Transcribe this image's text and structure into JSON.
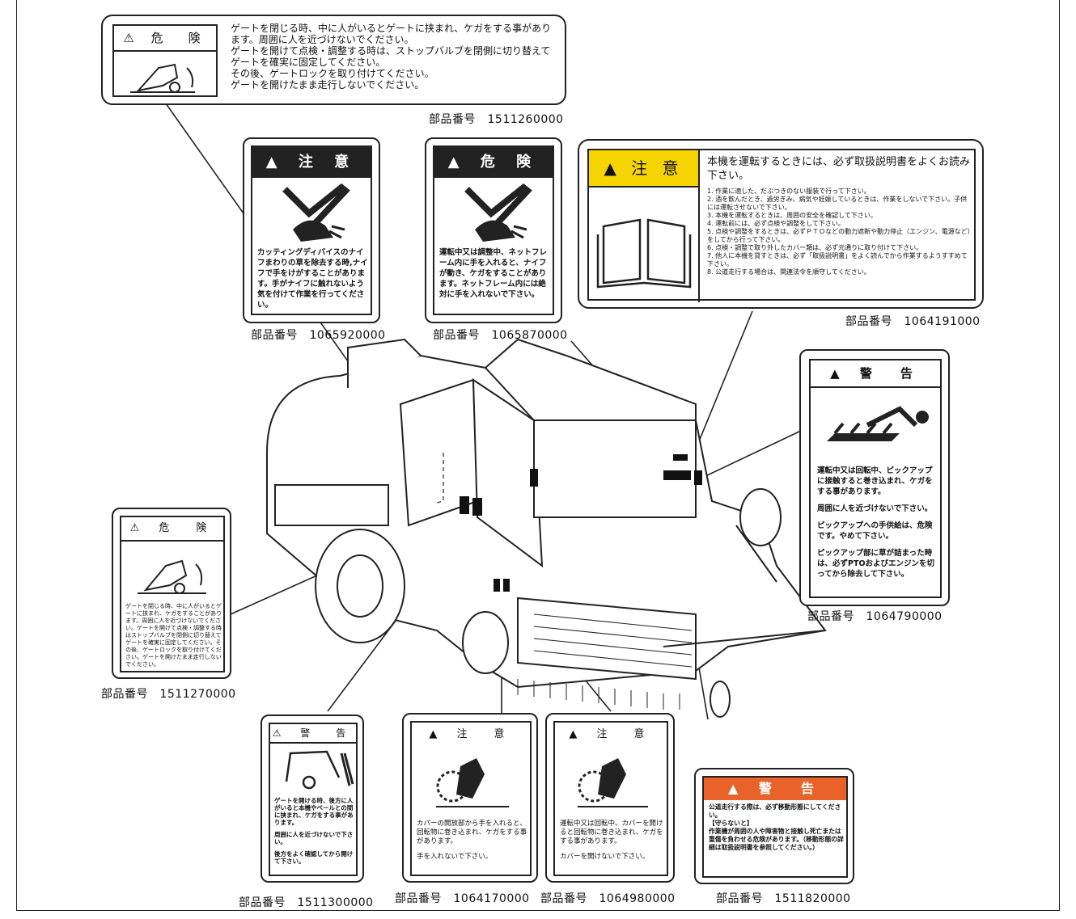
{
  "labels": {
    "gate_top": {
      "header": "⚠ 危　険",
      "text": "ゲートを閉じる時、中に人がいるとゲートに挟まれ、ケガをする事があります。周囲に人を近づけないでください。\nゲートを開けて点検・調整する時は、ストップバルブを閉側に切り替えてゲートを確実に固定してください。\nその後、ゲートロックを取り付けてください。\nゲートを開けたまま走行しないでください。",
      "part": "部品番号　1511260000"
    },
    "knife_caution": {
      "header": "▲ 注 意",
      "text": "カッティングディバイスのナイフまわりの草を除去する時,ナイフで手をけがすることがあります。手がナイフに触れないよう気を付けて作業を行ってください。",
      "part": "部品番号　1065920000"
    },
    "net_danger": {
      "header": "▲ 危 険",
      "text": "運転中又は調整中、ネットフレーム内に手を入れると、ナイフが動き、ケガをすることがあります。ネットフレーム内には絶対に手を入れないで下さい。",
      "part": "部品番号　1065870000"
    },
    "manual": {
      "header": "▲ 注 意",
      "lead": "本機を運転するときには、必ず取扱説明書をよくお読み下さい。",
      "items": [
        "1. 作業に適した、だぶつきのない服装で行って下さい。",
        "2. 酒を飲んだとき、過労ぎみ、病気や妊娠しているときは、作業をしないで下さい。子供には運転させないで下さい。",
        "3. 本機を運転するときは、周囲の安全を確認して下さい。",
        "4. 運転前には、必ず点検や調整をして下さい。",
        "5. 点検や調整をするときは、必ずＰＴＯなどの動力遮断や動力停止（エンジン、電源など）をしてから行って下さい。",
        "6. 点検・調整で取り外したカバー類は、必ず元通りに取り付けて下さい。",
        "7. 他人に本機を貸すときは、必ず「取扱説明書」をよく読んでから作業するようすすめて下さい。",
        "8. 公道走行する場合は、関連法令を順守してください。"
      ],
      "part": "部品番号　1064191000"
    },
    "pickup_warning": {
      "header": "▲ 警　告",
      "texts": [
        "運転中又は回転中、ピックアップに接触すると巻き込まれ、ケガをする事があります。",
        "周囲に人を近づけないで下さい。",
        "ピックアップへの手供給は、危険です。やめて下さい。",
        "ピックアップ部に草が詰まった時は、必ずPTOおよびエンジンを切ってから除去して下さい。"
      ],
      "part": "部品番号　1064790000"
    },
    "gate_left": {
      "header": "⚠ 危　険",
      "text": "ゲートを閉じる時、中に人がいるとゲートに挟まれ、ケガをすることがあります。周囲に人を近づけないでください。ゲートを開けて点検・調整する時はストップバルブを閉側に切り替えてゲートを確実に固定してください。その後、ゲートロックを取り付けてください。ゲートを開けたまま走行しないでください。",
      "part": "部品番号　1511270000"
    },
    "rear_warning": {
      "header": "⚠ 警　告",
      "texts": [
        "ゲートを開ける時、後方に人がいると本機やベールとの間に挟まれ、ケガをする事があります。",
        "周囲に人を近づけないで下さい。",
        "後方をよく確認してから開けて下さい。"
      ],
      "part": "部品番号　1511300000"
    },
    "cover_caution1": {
      "header": "▲ 注　意",
      "texts": [
        "カバーの開放部から手を入れると、回転物に巻き込まれ、ケガをする事があります。",
        "手を入れないで下さい。"
      ],
      "part": "部品番号　1064170000"
    },
    "cover_caution2": {
      "header": "▲ 注　意",
      "texts": [
        "運転中又は回転中、カバーを開けると回転物に巻き込まれ、ケガをする事があります。",
        "カバーを開けないで下さい。"
      ],
      "part": "部品番号　1064980000"
    },
    "road_warning": {
      "header": "▲ 警　告",
      "text": "公道走行する際は、必ず移動形態にしてください。\n【守らないと】\n作業機が周囲の人や障害物と接触し死亡または重傷を負わせる危険があります。（移動形態の詳細は取扱説明書を参照してください。）",
      "part": "部品番号　1511820000"
    }
  },
  "colors": {
    "ink": "#222222",
    "caution_yellow": "#f5d400",
    "warning_orange": "#e8622a"
  }
}
